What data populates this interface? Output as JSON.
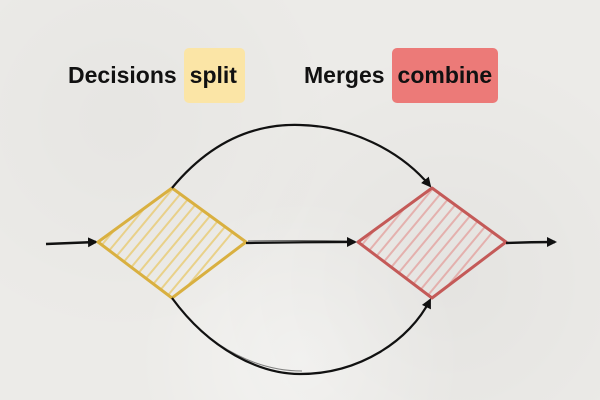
{
  "labels": {
    "decision_prefix": "Decisions",
    "decision_highlight": "split",
    "merge_prefix": "Merges",
    "merge_highlight": "combine"
  },
  "colors": {
    "decision_stroke": "#d9b040",
    "decision_fill_hatch": "#e8c86a",
    "merge_stroke": "#c45a58",
    "merge_fill_hatch": "#e39a98",
    "split_highlight": "#fbe5a6",
    "combine_highlight": "#ec7a78",
    "arrow": "#111111"
  }
}
